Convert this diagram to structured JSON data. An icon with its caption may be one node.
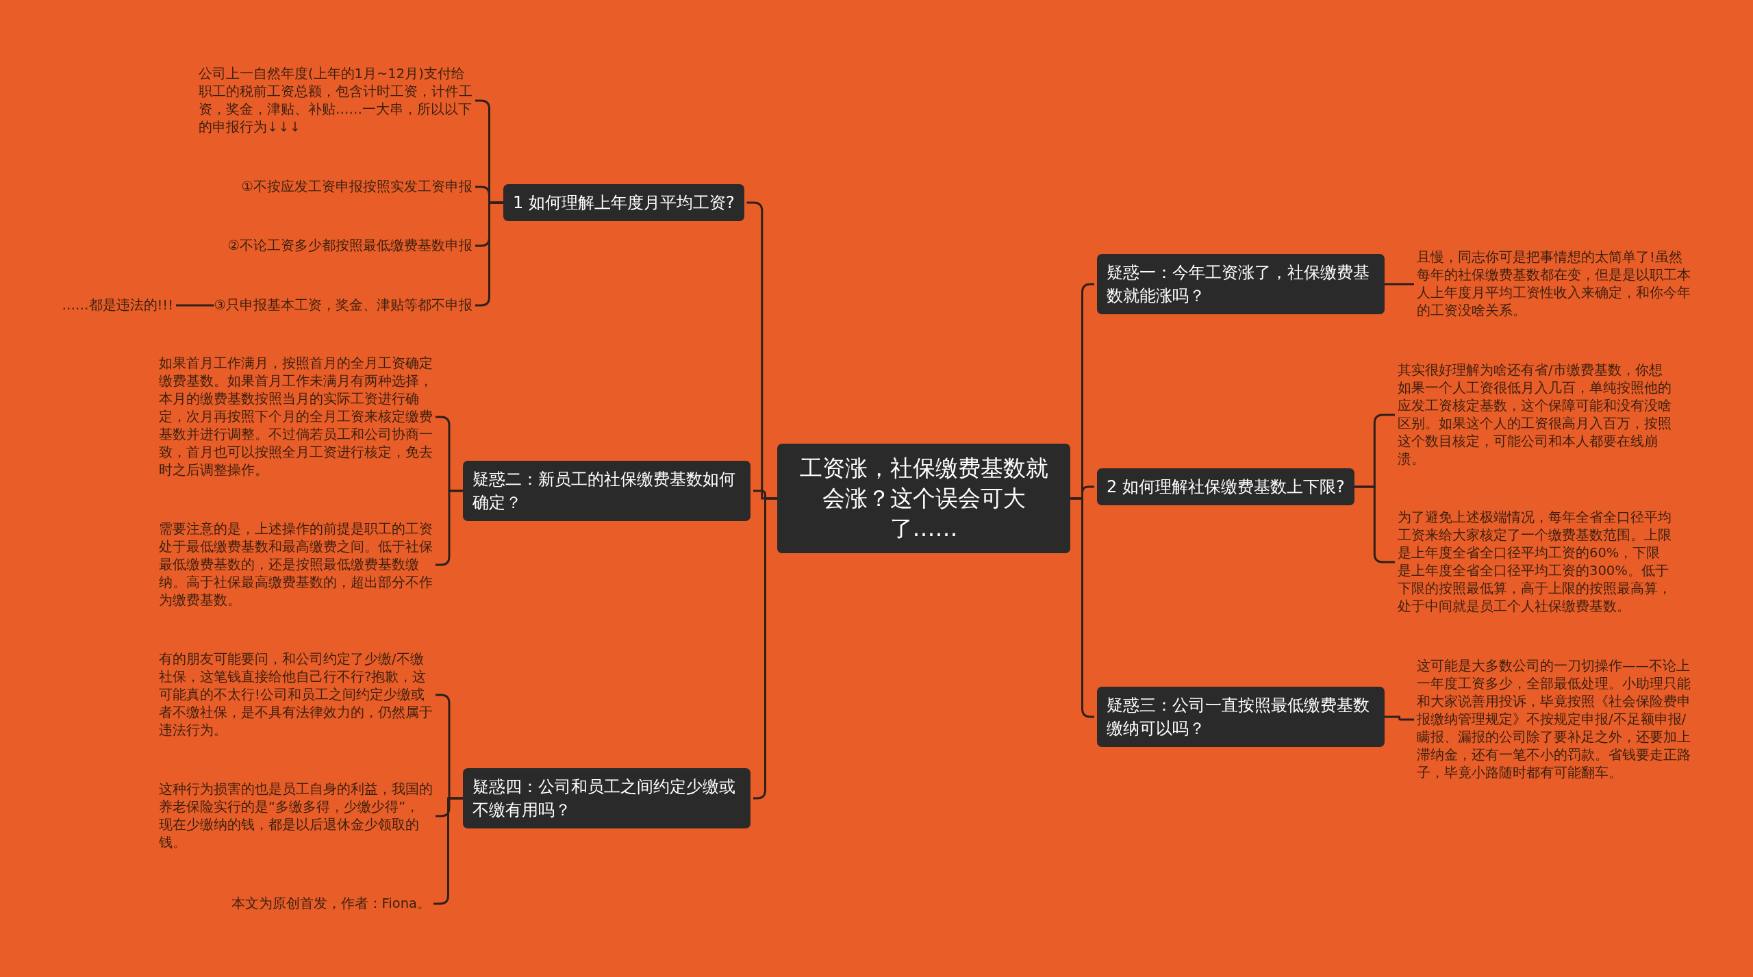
{
  "diagram": {
    "nodes": [
      {
        "text": [
          "工资涨，社保缴费基数就会涨？这个误会可大了……"
        ]
      },
      {
        "text": [
          "1 如何理解上年度月平均工资?"
        ]
      },
      {
        "text": [
          "公司上一自然年度(上年的1月~12月)支付给职工的税前工资总额，包含计时工资，计件工资，奖金，津贴、补贴……一大串，所以以下的申报行为↓↓↓"
        ]
      },
      {
        "text": [
          "①不按应发工资申报按照实发工资申报"
        ]
      },
      {
        "text": [
          "②不论工资多少都按照最低缴费基数申报"
        ]
      },
      {
        "text": [
          "③只申报基本工资，奖金、津贴等都不申报"
        ]
      },
      {
        "text": [
          "……都是违法的!!!"
        ]
      },
      {
        "text": [
          "疑惑二：新员工的社保缴费基数如何确定？"
        ]
      },
      {
        "text": [
          "如果首月工作满月，按照首月的全月工资确定缴费基数。如果首月工作未满月有两种选择，本月的缴费基数按照当月的实际工资进行确定，次月再按照下个月的全月工资来核定缴费基数并进行调整。不过倘若员工和公司协商一致，首月也可以按照全月工资进行核定，免去时之后调整操作。"
        ]
      },
      {
        "text": [
          "需要注意的是，上述操作的前提是职工的工资处于最低缴费基数和最高缴费之间。低于社保最低缴费基数的，还是按照最低缴费基数缴纳。高于社保最高缴费基数的，超出部分不作为缴费基数。"
        ]
      },
      {
        "text": [
          "疑惑四：公司和员工之间约定少缴或不缴有用吗？"
        ]
      },
      {
        "text": [
          "有的朋友可能要问，和公司约定了少缴/不缴社保，这笔钱直接给他自己行不行?抱歉，这可能真的不太行!公司和员工之间约定少缴或者不缴社保，是不具有法律效力的，仍然属于违法行为。"
        ]
      },
      {
        "text": [
          "这种行为损害的也是员工自身的利益，我国的养老保险实行的是“多缴多得，少缴少得”，现在少缴纳的钱，都是以后退休金少领取的钱。"
        ]
      },
      {
        "text": [
          "本文为原创首发，作者：Fiona。"
        ]
      },
      {
        "text": [
          "疑惑一：今年工资涨了，社保缴费基数就能涨吗？"
        ]
      },
      {
        "text": [
          "且慢，同志你可是把事情想的太简单了!虽然每年的社保缴费基数都在变，但是是以职工本人上年度月平均工资性收入来确定，和你今年的工资没啥关系。"
        ]
      },
      {
        "text": [
          "2 如何理解社保缴费基数上下限?"
        ]
      },
      {
        "text": [
          "其实很好理解为啥还有省/市缴费基数，你想如果一个人工资很低月入几百，单纯按照他的应发工资核定基数，这个保障可能和没有没啥区别。如果这个人的工资很高月入百万，按照这个数目核定，可能公司和本人都要在线崩溃。"
        ]
      },
      {
        "text": [
          "为了避免上述极端情况，每年全省全口径平均工资来给大家核定了一个缴费基数范围。上限是上年度全省全口径平均工资的60%，下限是上年度全省全口径平均工资的300%。低于下限的按照最低算，高于上限的按照最高算，处于中间就是员工个人社保缴费基数。"
        ]
      },
      {
        "text": [
          "疑惑三：公司一直按照最低缴费基数缴纳可以吗？"
        ]
      },
      {
        "text": [
          "这可能是大多数公司的一刀切操作——不论上一年度工资多少，全部最低处理。小助理只能和大家说善用投诉，毕竟按照《社会保险费申报缴纳管理规定》不按规定申报/不足额申报/瞒报、漏报的公司除了要补足之外，还要加上滞纳金，还有一笔不小的罚款。省钱要走正路子，毕竟小路随时都有可能翻车。"
        ]
      }
    ],
    "edges": [
      {
        "from": 0,
        "to": 1,
        "arrow": "none"
      },
      {
        "from": 1,
        "to": 2,
        "arrow": "none"
      },
      {
        "from": 1,
        "to": 3,
        "arrow": "none"
      },
      {
        "from": 1,
        "to": 4,
        "arrow": "none"
      },
      {
        "from": 1,
        "to": 5,
        "arrow": "none"
      },
      {
        "from": 5,
        "to": 6,
        "arrow": "none"
      },
      {
        "from": 0,
        "to": 7,
        "arrow": "none"
      },
      {
        "from": 7,
        "to": 8,
        "arrow": "none"
      },
      {
        "from": 7,
        "to": 9,
        "arrow": "none"
      },
      {
        "from": 0,
        "to": 10,
        "arrow": "none"
      },
      {
        "from": 10,
        "to": 11,
        "arrow": "none"
      },
      {
        "from": 10,
        "to": 12,
        "arrow": "none"
      },
      {
        "from": 10,
        "to": 13,
        "arrow": "none"
      },
      {
        "from": 0,
        "to": 14,
        "arrow": "none"
      },
      {
        "from": 14,
        "to": 15,
        "arrow": "none"
      },
      {
        "from": 0,
        "to": 16,
        "arrow": "none"
      },
      {
        "from": 16,
        "to": 17,
        "arrow": "none"
      },
      {
        "from": 16,
        "to": 18,
        "arrow": "none"
      },
      {
        "from": 0,
        "to": 19,
        "arrow": "none"
      },
      {
        "from": 19,
        "to": 20,
        "arrow": "none"
      }
    ]
  }
}
